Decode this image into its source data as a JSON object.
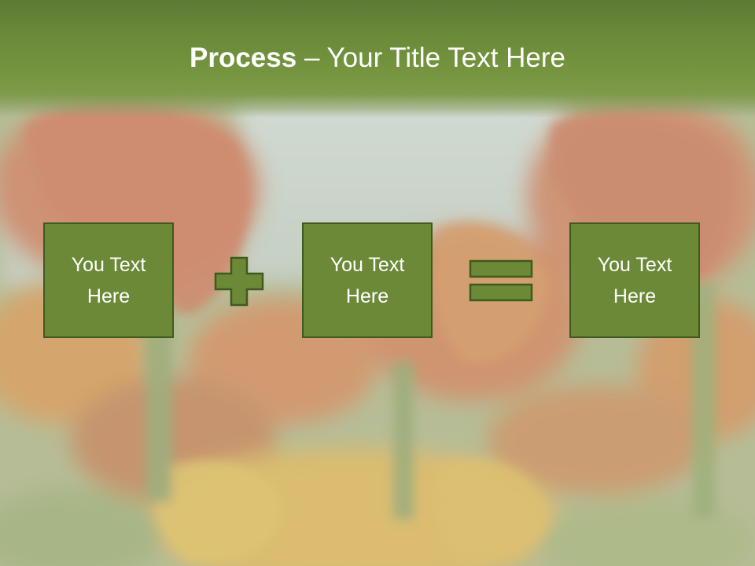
{
  "slide": {
    "title_bold": "Process",
    "title_rest": " – Your Title Text Here"
  },
  "process": {
    "boxes": [
      {
        "label": "You Text Here"
      },
      {
        "label": "You Text Here"
      },
      {
        "label": "You Text Here"
      }
    ],
    "operators": [
      "plus",
      "equals"
    ]
  },
  "colors": {
    "header_green": "#6b8a3a",
    "box_fill": "#6b8937",
    "box_border": "#3e5a1e",
    "text": "#ffffff"
  },
  "icons": [
    "plus-icon",
    "equals-icon"
  ]
}
